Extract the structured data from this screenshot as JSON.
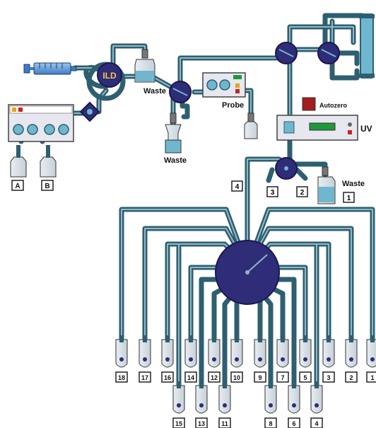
{
  "labels": {
    "injector": "ILD",
    "waste_top": "Waste",
    "waste_left": "Waste",
    "waste_right": "Waste",
    "probe": "Probe",
    "autozero": "Autozero",
    "uv": "UV",
    "bottle_a": "A",
    "bottle_b": "B"
  },
  "valve_ports": [
    "3",
    "2",
    "1"
  ],
  "selector_port": "4",
  "fraction_tubes": {
    "top_row": [
      "18",
      "17",
      "16",
      "14",
      "12",
      "10",
      "9",
      "7",
      "5",
      "3",
      "2",
      "1"
    ],
    "bottom_row": [
      "15",
      "13",
      "11",
      "8",
      "6",
      "4"
    ]
  },
  "colors": {
    "tube": "#2e5f70",
    "tube_highlight": "#8fb9c4",
    "valve": "#2f2c78",
    "liquid": "#6fb7cf",
    "panel": "#e6e7ef",
    "display": "#1e9a3a",
    "alarm_button": "#a51d1d"
  }
}
